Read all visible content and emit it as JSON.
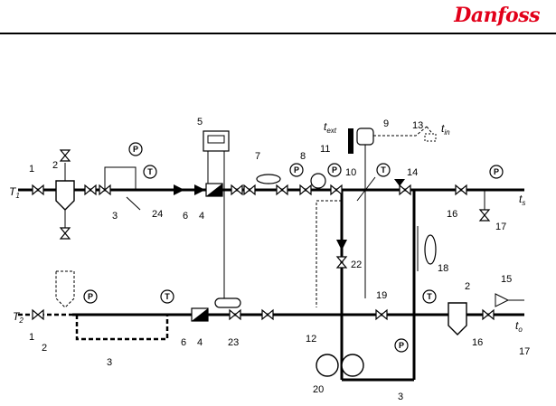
{
  "brand": {
    "logo_text": "Danfoss"
  },
  "labels": {
    "supply_in": "T",
    "supply_in_sub": "1",
    "return_out": "T",
    "return_out_sub": "2",
    "hot_out": "t",
    "hot_out_sub": "s",
    "hot_return": "t",
    "hot_return_sub": "o",
    "text_label": "t",
    "text_sub": "ext",
    "tin_label": "t",
    "tin_sub": "in"
  },
  "gauge": {
    "pressure": "P",
    "temperature": "T"
  },
  "numbers": [
    "1",
    "2",
    "3",
    "24",
    "6",
    "4",
    "5",
    "7",
    "8",
    "11",
    "9",
    "10",
    "13",
    "14",
    "16",
    "17",
    "22",
    "18",
    "19",
    "2",
    "15",
    "12",
    "23",
    "4",
    "6",
    "1",
    "2",
    "3",
    "20",
    "3",
    "16",
    "17"
  ]
}
